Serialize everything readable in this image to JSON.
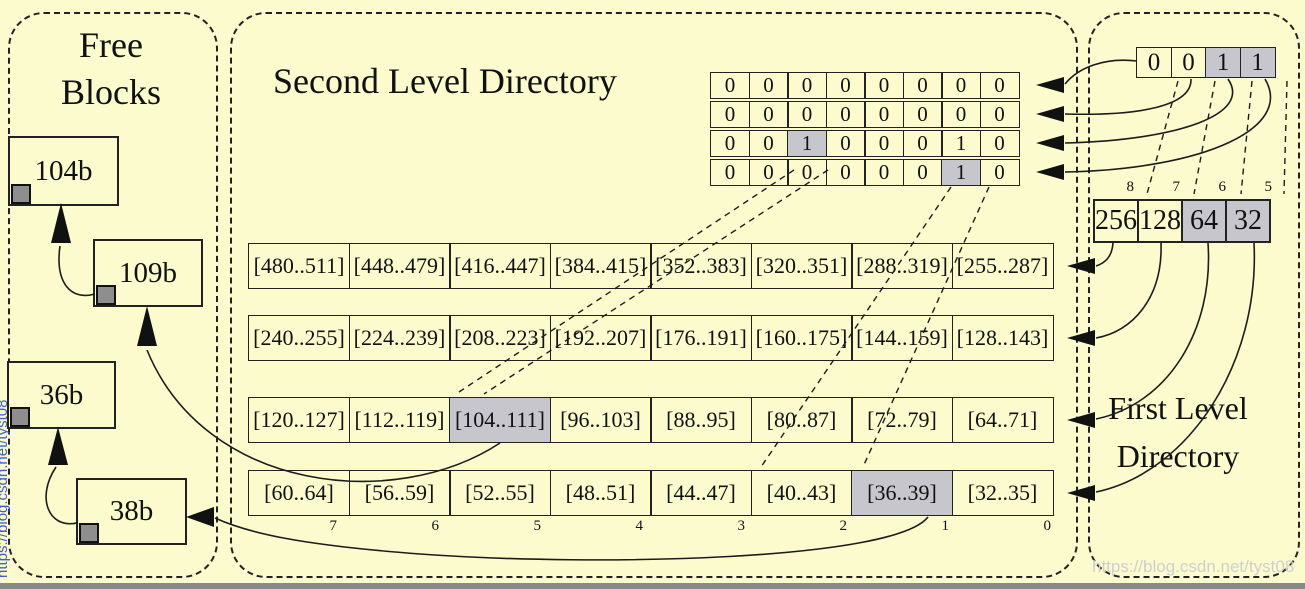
{
  "colors": {
    "background": "#fbfbcd",
    "cell-highlight": "#c6c6cc",
    "line": "#1c1c1c",
    "block-square": "#8e8e8e",
    "watermark-gray": "#cfcfcf",
    "watermark-blue": "#2b4fd0"
  },
  "free_blocks": {
    "title_line1": "Free",
    "title_line2": "Blocks",
    "blocks": [
      {
        "label": "104b"
      },
      {
        "label": "109b"
      },
      {
        "label": "36b"
      },
      {
        "label": "38b"
      }
    ]
  },
  "second_level": {
    "title": "Second Level Directory",
    "bitmap_rows": [
      [
        {
          "v": "0"
        },
        {
          "v": "0"
        },
        {
          "v": "0"
        },
        {
          "v": "0"
        },
        {
          "v": "0"
        },
        {
          "v": "0"
        },
        {
          "v": "0"
        },
        {
          "v": "0"
        }
      ],
      [
        {
          "v": "0"
        },
        {
          "v": "0"
        },
        {
          "v": "0"
        },
        {
          "v": "0"
        },
        {
          "v": "0"
        },
        {
          "v": "0"
        },
        {
          "v": "0"
        },
        {
          "v": "0"
        }
      ],
      [
        {
          "v": "0"
        },
        {
          "v": "0"
        },
        {
          "v": "1",
          "hl": true
        },
        {
          "v": "0"
        },
        {
          "v": "0"
        },
        {
          "v": "0"
        },
        {
          "v": "1"
        },
        {
          "v": "0"
        }
      ],
      [
        {
          "v": "0"
        },
        {
          "v": "0"
        },
        {
          "v": "0"
        },
        {
          "v": "0"
        },
        {
          "v": "0"
        },
        {
          "v": "0"
        },
        {
          "v": "1",
          "hl": true
        },
        {
          "v": "0"
        }
      ]
    ],
    "range_rows": [
      [
        {
          "v": "[480..511]"
        },
        {
          "v": "[448..479]"
        },
        {
          "v": "[416..447]"
        },
        {
          "v": "[384..415]"
        },
        {
          "v": "[352..383]"
        },
        {
          "v": "[320..351]"
        },
        {
          "v": "[288..319]"
        },
        {
          "v": "[255..287]"
        }
      ],
      [
        {
          "v": "[240..255]"
        },
        {
          "v": "[224..239]"
        },
        {
          "v": "[208..223]"
        },
        {
          "v": "[192..207]"
        },
        {
          "v": "[176..191]"
        },
        {
          "v": "[160..175]"
        },
        {
          "v": "[144..159]"
        },
        {
          "v": "[128..143]"
        }
      ],
      [
        {
          "v": "[120..127]"
        },
        {
          "v": "[112..119]"
        },
        {
          "v": "[104..111]",
          "hl": true
        },
        {
          "v": "[96..103]"
        },
        {
          "v": "[88..95]"
        },
        {
          "v": "[80..87]"
        },
        {
          "v": "[72..79]"
        },
        {
          "v": "[64..71]"
        }
      ],
      [
        {
          "v": "[60..64]"
        },
        {
          "v": "[56..59]"
        },
        {
          "v": "[52..55]"
        },
        {
          "v": "[48..51]"
        },
        {
          "v": "[44..47]"
        },
        {
          "v": "[40..43]"
        },
        {
          "v": "[36..39]",
          "hl": true
        },
        {
          "v": "[32..35]"
        }
      ]
    ],
    "col_indices": [
      "7",
      "6",
      "5",
      "4",
      "3",
      "2",
      "1",
      "0"
    ]
  },
  "first_level": {
    "title_line1": "First Level",
    "title_line2": "Directory",
    "bitmap": [
      {
        "v": "0"
      },
      {
        "v": "0"
      },
      {
        "v": "1",
        "hl": true
      },
      {
        "v": "1",
        "hl": true
      }
    ],
    "bit_indices": [
      "8",
      "7",
      "6",
      "5"
    ],
    "sizes": [
      {
        "v": "256"
      },
      {
        "v": "128"
      },
      {
        "v": "64",
        "hl": true
      },
      {
        "v": "32",
        "hl": true
      }
    ]
  },
  "watermarks": {
    "bottom_right": "https://blog.csdn.net/tyst08",
    "left_edge": "https://blog.csdn.net/tyst08"
  }
}
